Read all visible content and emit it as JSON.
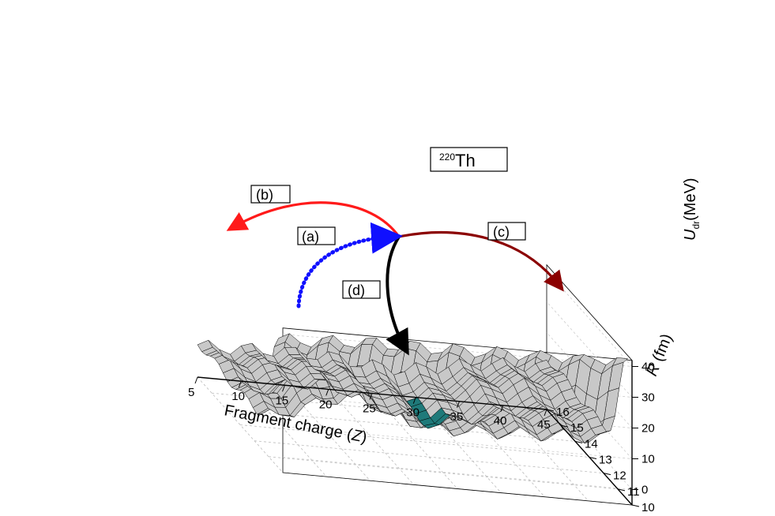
{
  "chart_data": {
    "type": "surface3d",
    "title_sup": "220",
    "title_main": "Th",
    "xlabel": "Fragment charge (",
    "xlabel_var": "Z",
    "xlabel_end": ")",
    "ylabel_var": "R",
    "ylabel_unit": " (fm)",
    "zlabel_var": "U",
    "zlabel_sub": "dr",
    "zlabel_unit": "(MeV)",
    "x_ticks": [
      "5",
      "10",
      "15",
      "20",
      "25",
      "30",
      "35",
      "40",
      "45"
    ],
    "y_ticks": [
      "10",
      "11",
      "12",
      "13",
      "14",
      "15",
      "16"
    ],
    "z_ticks": [
      "0",
      "10",
      "20",
      "30",
      "40"
    ],
    "xlim": [
      5,
      45
    ],
    "ylim": [
      10,
      16
    ],
    "zlim": [
      -5,
      42
    ],
    "surface_colors": {
      "fill": "#c8c8c8",
      "edge": "#000000",
      "low": "#1f7a7a"
    },
    "paths": [
      {
        "label": "(a)",
        "color": "#1010ff",
        "style": "dotted"
      },
      {
        "label": "(b)",
        "color": "#ff1a1a",
        "style": "solid"
      },
      {
        "label": "(c)",
        "color": "#8b0000",
        "style": "solid"
      },
      {
        "label": "(d)",
        "color": "#000000",
        "style": "solid"
      }
    ]
  }
}
